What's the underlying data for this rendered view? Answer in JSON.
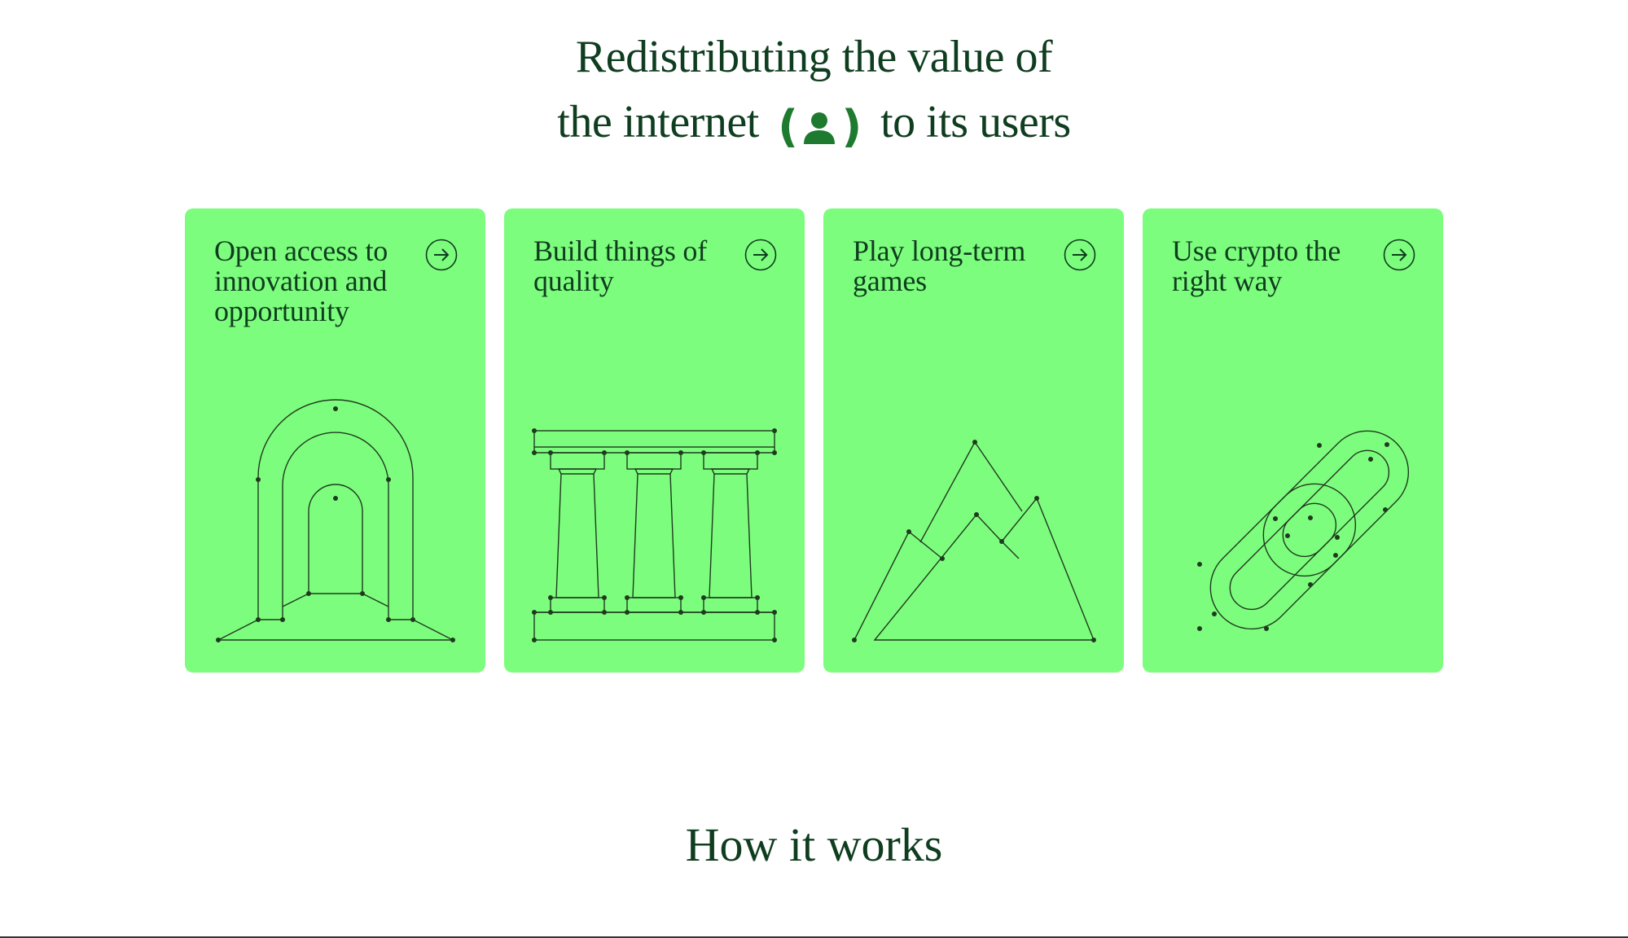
{
  "hero": {
    "line1": "Redistributing the value of",
    "line2_before": "the internet",
    "badge_open": "(",
    "badge_close": ")",
    "badge_icon": "user-icon",
    "line2_after": "to its users",
    "accent_color": "#1e7a2e"
  },
  "cards": [
    {
      "title": "Open access to innovation and opportunity",
      "illustration": "arch-icon"
    },
    {
      "title": "Build things of quality",
      "illustration": "columns-icon"
    },
    {
      "title": "Play long-term games",
      "illustration": "mountain-icon"
    },
    {
      "title": "Use crypto the right way",
      "illustration": "chain-link-icon"
    }
  ],
  "card_color": "#7dfd7d",
  "text_color": "#0f3d1f",
  "section": {
    "title": "How it works"
  }
}
